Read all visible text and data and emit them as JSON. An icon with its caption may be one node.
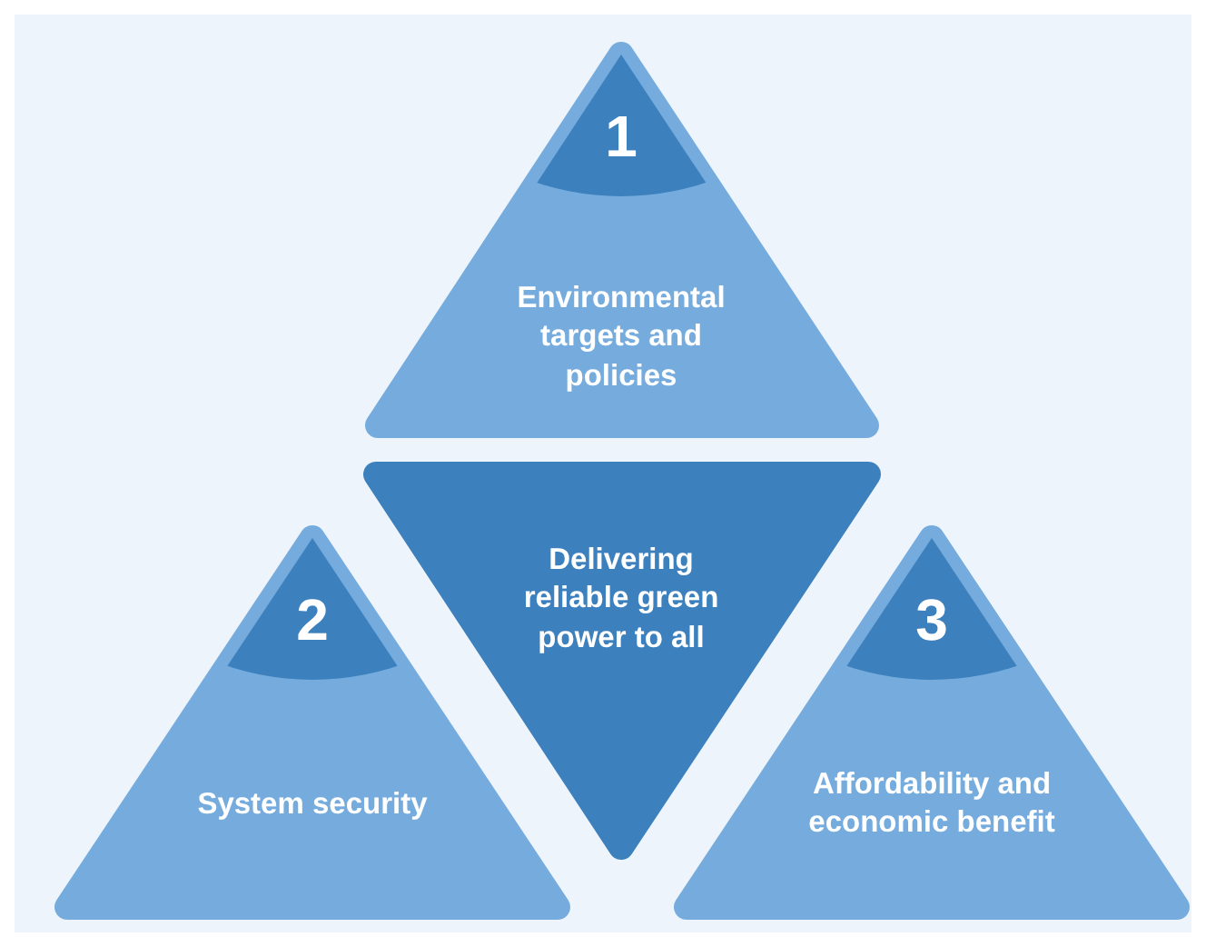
{
  "diagram": {
    "nodes": [
      {
        "text": [
          "1",
          "Environmental targets and policies"
        ]
      },
      {
        "text": [
          "Delivering reliable green power to all"
        ]
      },
      {
        "text": [
          "2",
          "System security"
        ]
      },
      {
        "text": [
          "3",
          "Affordability and economic benefit"
        ]
      }
    ]
  }
}
